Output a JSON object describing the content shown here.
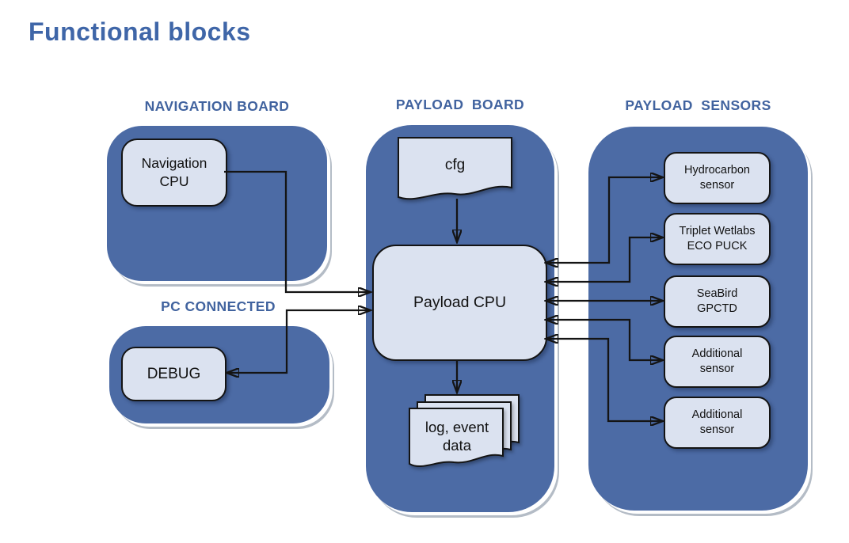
{
  "title": "Functional blocks",
  "colors": {
    "panel_blue": "#4c6ba5",
    "node_fill": "#dbe2f0",
    "heading_blue": "#41639f",
    "title_blue": "#3f66a8",
    "line_black": "#141414",
    "shadow_gray": "#b4bcc6"
  },
  "sections": {
    "navigation_board": {
      "label": "NAVIGATION BOARD",
      "nodes": {
        "navigation_cpu": "Navigation\nCPU"
      }
    },
    "pc_connected": {
      "label": "PC CONNECTED",
      "nodes": {
        "debug": "DEBUG"
      }
    },
    "payload_board": {
      "label": "PAYLOAD  BOARD",
      "nodes": {
        "cfg": "cfg",
        "payload_cpu": "Payload CPU",
        "log_event_data": "log, event\ndata"
      }
    },
    "payload_sensors": {
      "label": "PAYLOAD  SENSORS",
      "sensors": [
        "Hydrocarbon\nsensor",
        "Triplet Wetlabs\nECO PUCK",
        "SeaBird\nGPCTD",
        "Additional\nsensor",
        "Additional\nsensor"
      ]
    }
  }
}
